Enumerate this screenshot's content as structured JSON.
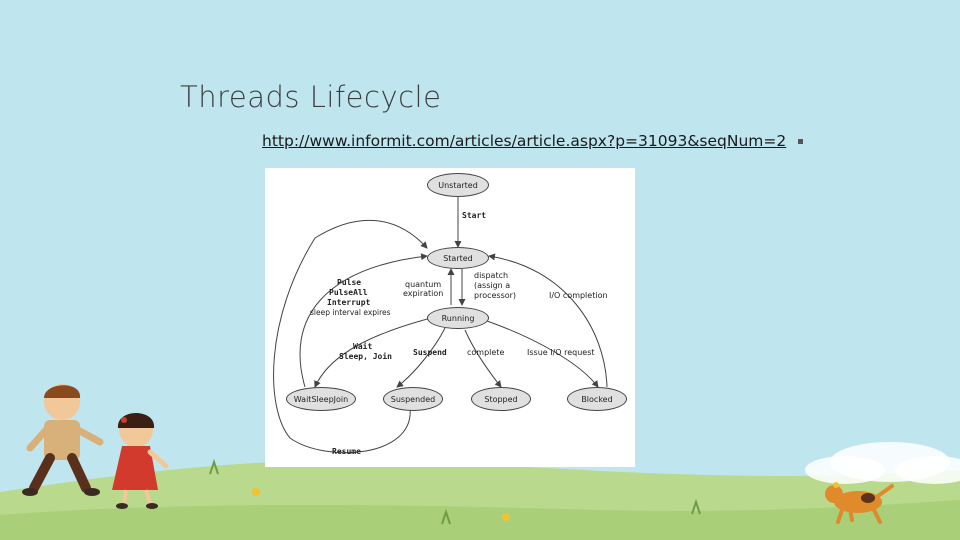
{
  "slide": {
    "title": "Threads  Lifecycle",
    "link_text": "http://www.informit.com/articles/article.aspx?p=31093&seqNum=2"
  },
  "colors": {
    "background": "#bfe6ef",
    "grass": "#b9d98c",
    "node_fill": "#e0e0e0",
    "edge": "#444444"
  },
  "diagram": {
    "states": {
      "unstarted": "Unstarted",
      "started": "Started",
      "running": "Running",
      "waitsleepjoin": "WaitSleepJoin",
      "suspended": "Suspended",
      "stopped": "Stopped",
      "blocked": "Blocked"
    },
    "transitions": {
      "start": "Start",
      "pulse": "Pulse",
      "pulseall": "PulseAll",
      "interrupt": "Interrupt",
      "sleep_expires": "sleep interval expires",
      "quantum_1": "quantum",
      "quantum_2": "expiration",
      "dispatch_1": "dispatch",
      "dispatch_2": "(assign a",
      "dispatch_3": "processor)",
      "io_completion": "I/O completion",
      "wait": "Wait",
      "sleep_join": "Sleep, Join",
      "suspend": "Suspend",
      "complete": "complete",
      "issue_io": "Issue I/O request",
      "resume": "Resume"
    }
  }
}
